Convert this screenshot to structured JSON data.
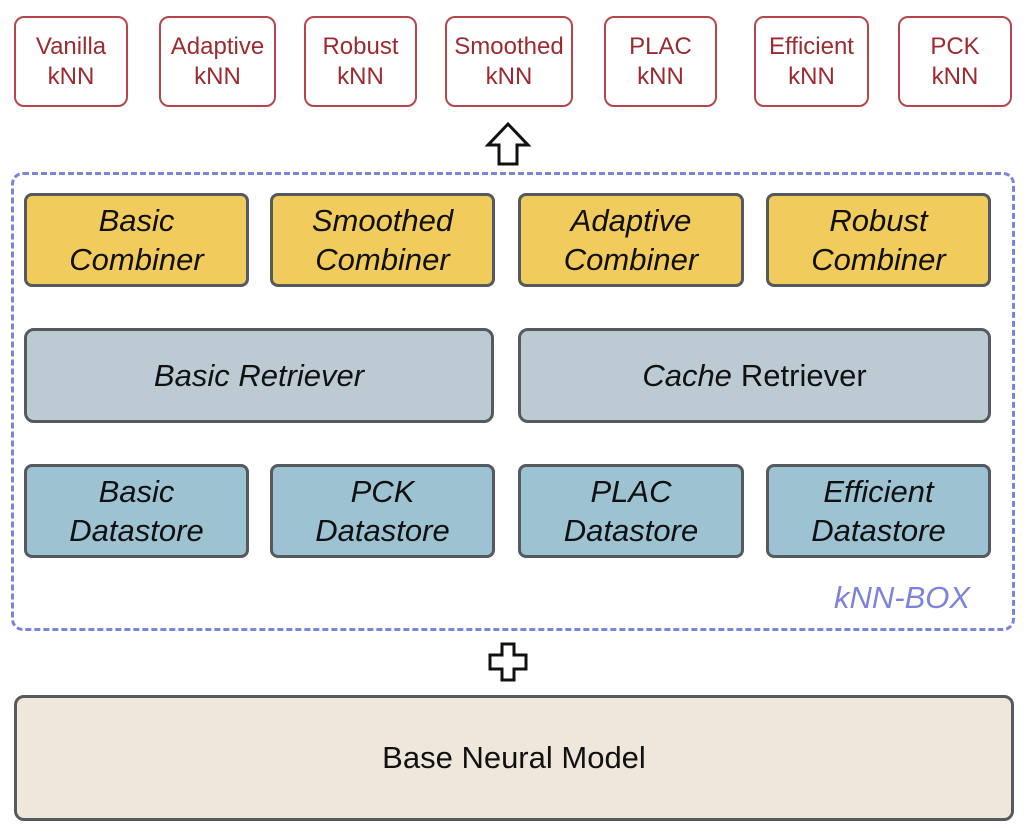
{
  "methods": [
    {
      "line1": "Vanilla",
      "line2": "kNN"
    },
    {
      "line1": "Adaptive",
      "line2": "kNN"
    },
    {
      "line1": "Robust",
      "line2": "kNN"
    },
    {
      "line1": "Smoothed",
      "line2": "kNN"
    },
    {
      "line1": "PLAC",
      "line2": "kNN"
    },
    {
      "line1": "Efficient",
      "line2": "kNN"
    },
    {
      "line1": "PCK",
      "line2": "kNN"
    }
  ],
  "framework": {
    "label": "kNN-BOX",
    "combiners": [
      {
        "line1": "Basic",
        "line2": "Combiner"
      },
      {
        "line1": "Smoothed",
        "line2": "Combiner"
      },
      {
        "line1": "Adaptive",
        "line2": "Combiner"
      },
      {
        "line1": "Robust",
        "line2": "Combiner"
      }
    ],
    "retrievers": {
      "basic": "Basic Retriever",
      "cache_italic": "Cache",
      "cache_plain": "Retriever"
    },
    "datastores": [
      {
        "line1": "Basic",
        "line2": "Datastore"
      },
      {
        "line1": "PCK",
        "line2": "Datastore"
      },
      {
        "line1": "PLAC",
        "line2": "Datastore"
      },
      {
        "line1": "Efficient",
        "line2": "Datastore"
      }
    ]
  },
  "base_model": "Base Neural Model",
  "colors": {
    "method_border": "#b5474a",
    "method_text": "#9b2b30",
    "combiner_fill": "#f1cb5b",
    "retriever_fill": "#bccbd3",
    "datastore_fill": "#9dc2d1",
    "base_fill": "#efe7da",
    "frame_border": "#7b84d9"
  },
  "icons": [
    "up-arrow-icon",
    "plus-icon"
  ]
}
